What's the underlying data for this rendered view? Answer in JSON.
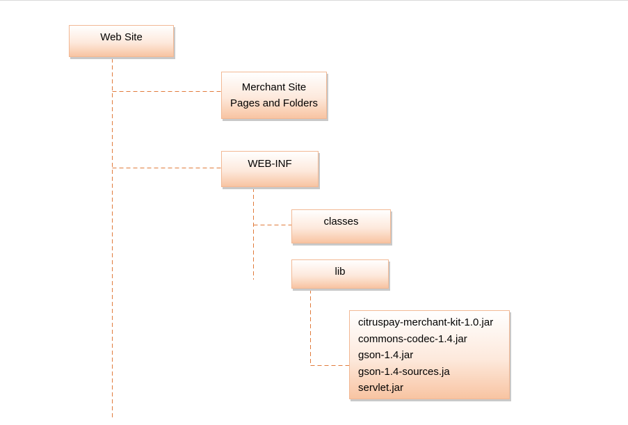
{
  "diagram": {
    "line_color": "#e07a3a",
    "box_border_color": "#f2b894",
    "box_fill_colors": [
      "#ffffff",
      "#fde9dc",
      "#f8c4a2"
    ],
    "nodes": {
      "web_site": {
        "label": "Web Site"
      },
      "merchant_site": {
        "lines": [
          "Merchant Site",
          "Pages and Folders"
        ]
      },
      "web_inf": {
        "label": "WEB-INF"
      },
      "classes": {
        "label": "classes"
      },
      "lib": {
        "label": "lib"
      },
      "jar_files": {
        "items": [
          "citruspay-merchant-kit-1.0.jar",
          "commons-codec-1.4.jar",
          "gson-1.4.jar",
          "gson-1.4-sources.ja",
          "servlet.jar"
        ]
      }
    }
  }
}
